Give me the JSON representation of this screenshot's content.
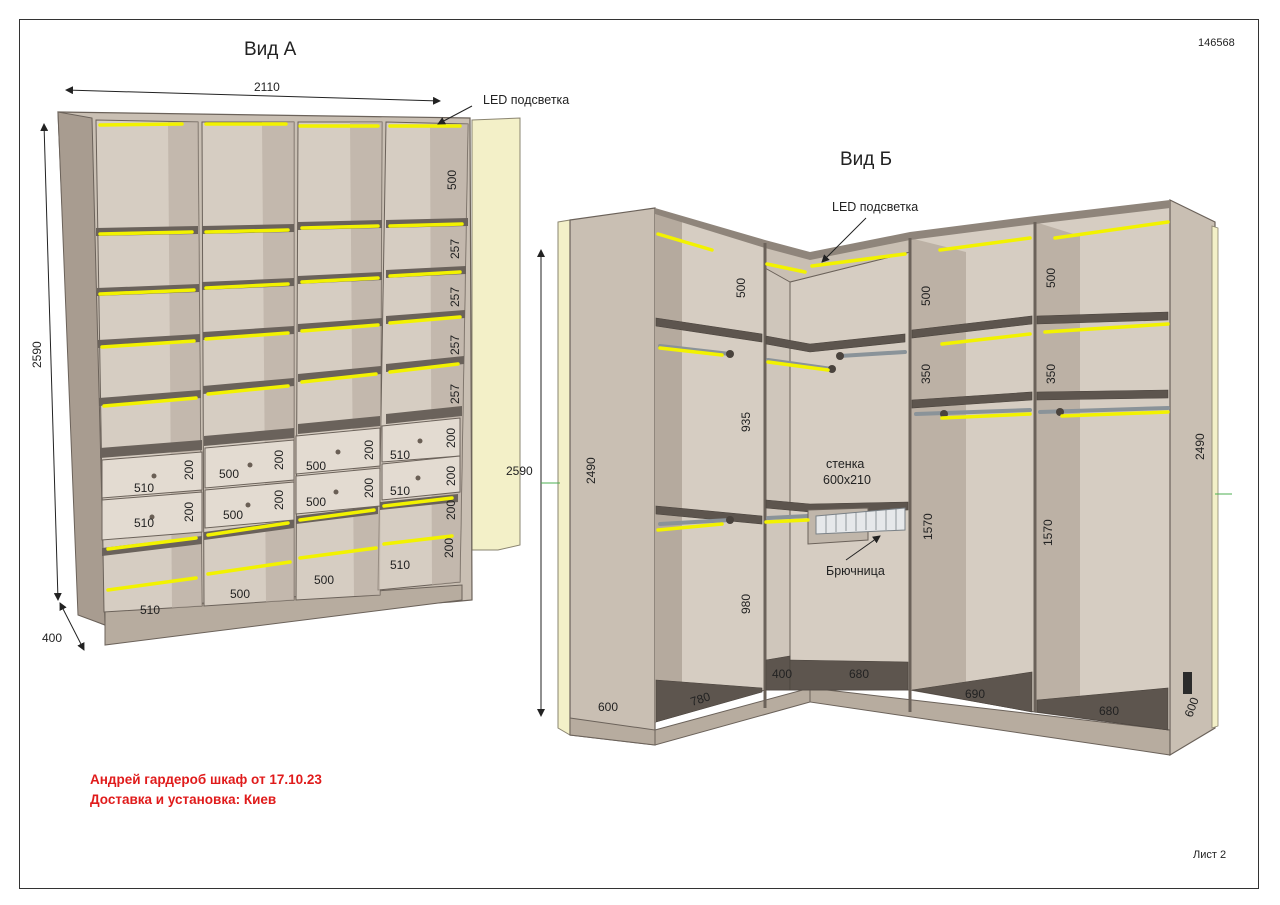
{
  "drawing_number": "146568",
  "sheet_label": "Лист 2",
  "order_note": {
    "line1": "Андрей гардероб шкаф от 17.10.23",
    "line2": "Доставка и установка: Киев"
  },
  "view_a": {
    "title": "Вид А",
    "led_label": "LED подсветка",
    "width": "2110",
    "height": "2590",
    "depth": "400",
    "shelf_heights": [
      "500",
      "257",
      "257",
      "257",
      "257"
    ],
    "drawer_heights": [
      "200",
      "200",
      "200",
      "200",
      "200",
      "200",
      "200",
      "200",
      "200",
      "200"
    ],
    "column_widths": [
      "510",
      "500",
      "500",
      "510"
    ],
    "drawer_widths": [
      "510",
      "500",
      "500",
      "510",
      "510",
      "500",
      "500",
      "510"
    ]
  },
  "view_b": {
    "title": "Вид Б",
    "led_label": "LED подсветка",
    "overall_height": "2590",
    "side_height_left": "2490",
    "side_height_right": "2490",
    "depth_left": "600",
    "depth_right": "600",
    "sec1": {
      "top": "500",
      "mid": "935",
      "bottom": "980",
      "width": "780"
    },
    "sec2": {
      "width_a": "400",
      "width_b": "680"
    },
    "sec3": {
      "top": "500",
      "mid": "350",
      "bottom": "1570",
      "width": "690"
    },
    "sec4": {
      "top": "500",
      "mid": "350",
      "bottom": "1570",
      "width": "680"
    },
    "wall_label_1": "стенка",
    "wall_label_2": "600x210",
    "trouser_rack": "Брючница"
  },
  "colors": {
    "panel": "#c9bfb3",
    "panel_dark": "#a89c90",
    "inner": "#d6cdc2",
    "shelf_top": "#5d554e",
    "led": "#f2f200",
    "door": "#f3f0c8",
    "note_red": "#e01b1b"
  }
}
